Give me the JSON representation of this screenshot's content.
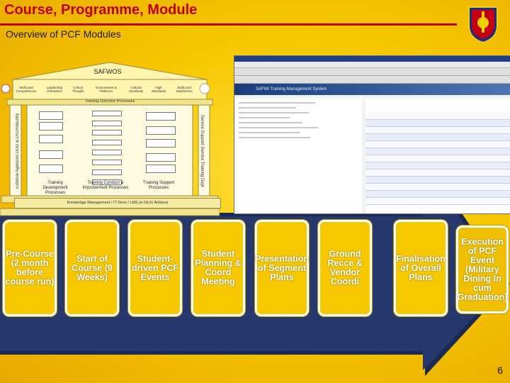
{
  "header": {
    "title": "Course, Programme, Module",
    "subtitle": "Overview of PCF Modules"
  },
  "temple": {
    "roof_label": "SAFWOS",
    "top_items": [
      "Skills and Competencies",
      "Leadership Orientation",
      "Critical Thought",
      "Environment & Platforms",
      "Cultural Sensitivity",
      "High Standards",
      "Skills and Satisfaction"
    ],
    "process_header": "Training Outcome Processes",
    "left_side": "External Agencies DOG & DVU/Industry",
    "right_side": "Service Support Service Training Dept",
    "bottom_labels": [
      "Training Development Processes",
      "Training Conduct & Improvement Processes",
      "Training Support Processes"
    ],
    "km_bar": "Knowledge Management / IT Devs / LMS (e-SILK/ Airlines)"
  },
  "browser": {
    "banner": "SAFWI Training Management System"
  },
  "steps": [
    "Pre-Course (2 month before course run)",
    "Start of Course (9 Weeks)",
    "Student-driven PCF Events",
    "Student Planning & Coord Meeting",
    "Presentation of Segment Plans",
    "Ground Recce & Vendor Coordi",
    "Finalisation of Overall Plans",
    "Execution of PCF Event (Military Dining In cum Graduation)"
  ],
  "page_number": "6",
  "colors": {
    "title_red": "#c00000",
    "arrow_navy": "#1b2a55",
    "step_yellow": "#f7c800"
  }
}
